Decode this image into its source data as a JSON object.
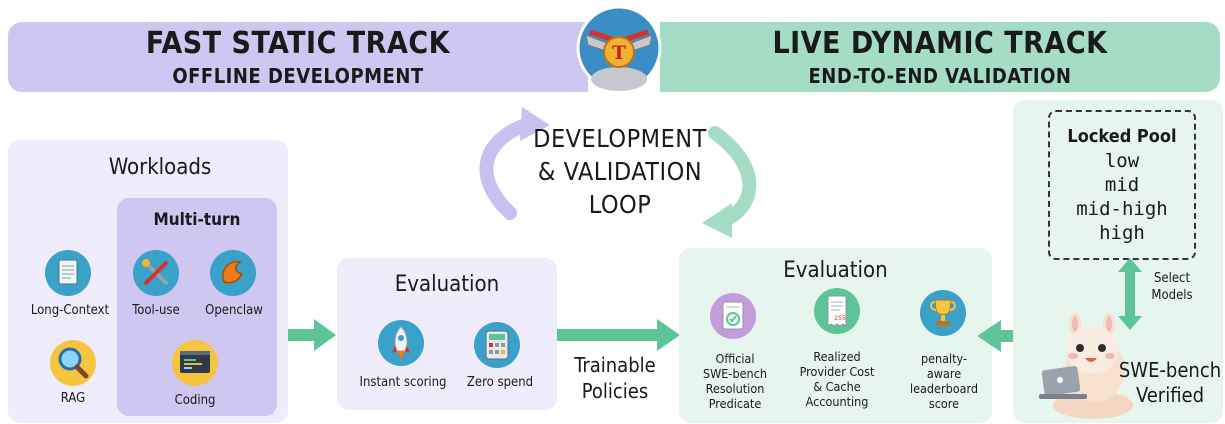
{
  "header": {
    "left_title": "FAST STATIC TRACK",
    "left_subtitle": "OFFLINE DEVELOPMENT",
    "right_title": "LIVE DYNAMIC TRACK",
    "right_subtitle": "END-TO-END VALIDATION",
    "logo_letter": "T"
  },
  "loop": {
    "line1": "DEVELOPMENT",
    "line2": "& VALIDATION",
    "line3": "LOOP"
  },
  "workloads": {
    "title": "Workloads",
    "items": {
      "long_context": "Long-Context",
      "rag": "RAG"
    },
    "multiturn": {
      "title": "Multi-turn",
      "tool_use": "Tool-use",
      "openclaw": "Openclaw",
      "coding": "Coding"
    }
  },
  "static_eval": {
    "title": "Evaluation",
    "instant": "Instant scoring",
    "zero": "Zero spend"
  },
  "trainable": {
    "line1": "Trainable",
    "line2": "Policies"
  },
  "live_eval": {
    "title": "Evaluation",
    "official": [
      "Official",
      "SWE-bench",
      "Resolution",
      "Predicate"
    ],
    "realized": [
      "Realized",
      "Provider Cost",
      "& Cache",
      "Accounting"
    ],
    "penalty": [
      "penalty-",
      "aware",
      "leaderboard",
      "score"
    ],
    "receipt_number": "255"
  },
  "pool": {
    "title": "Locked Pool",
    "levels": [
      "low",
      "mid",
      "mid-high",
      "high"
    ],
    "select_line1": "Select",
    "select_line2": "Models"
  },
  "swe": {
    "line1": "SWE-bench",
    "line2": "Verified"
  },
  "colors": {
    "lavender_banner": "#cfc6f2",
    "mint_banner": "#a4dcc6",
    "lavender_panel": "#efedfc",
    "mint_panel": "#e6f6ef",
    "arrow_green": "#5cc496",
    "loop_lavender": "#c9c0f0"
  }
}
